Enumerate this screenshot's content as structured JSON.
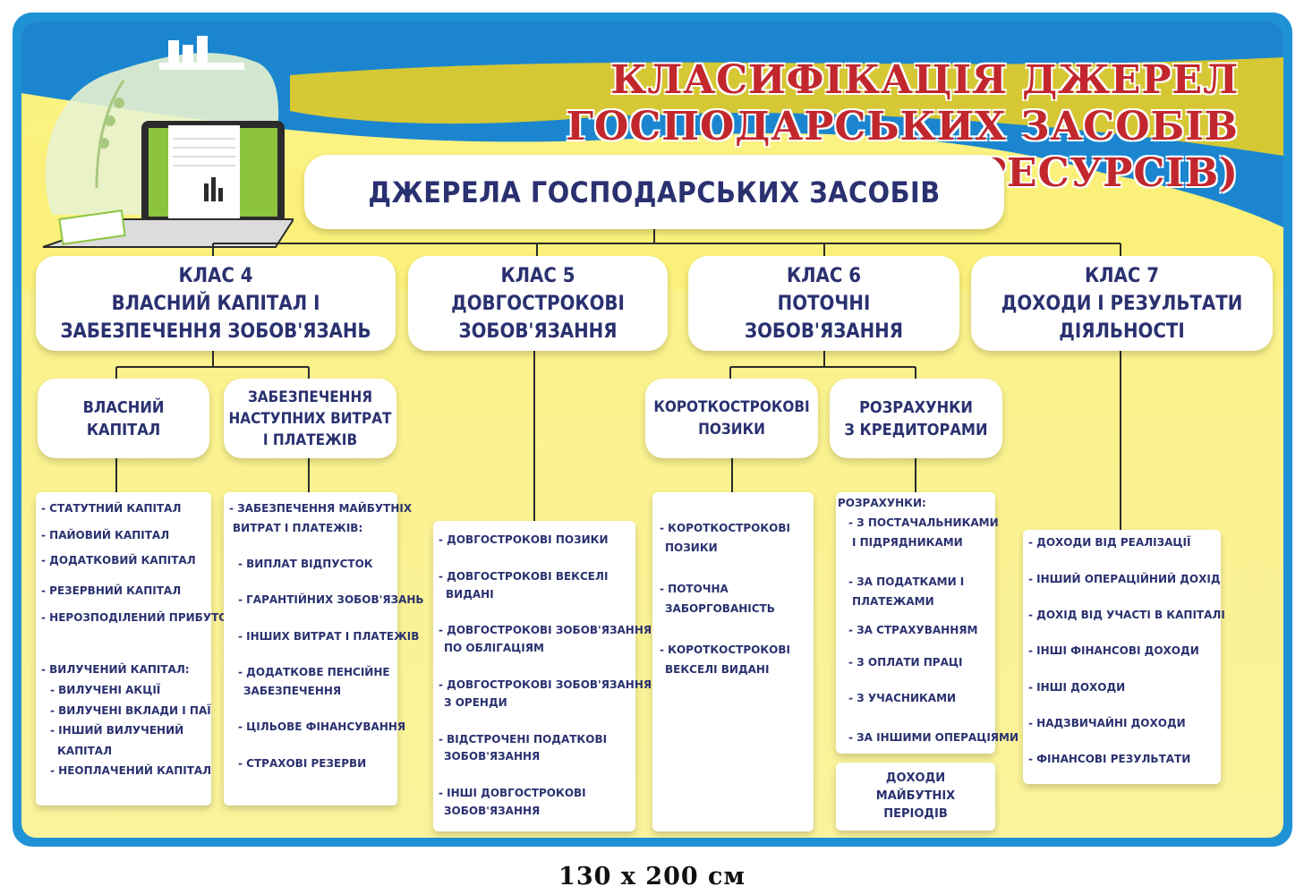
{
  "title": {
    "line1": "КЛАСИФІКАЦІЯ ДЖЕРЕЛ",
    "line2": "ГОСПОДАРСЬКИХ ЗАСОБІВ (РЕСУРСІВ)"
  },
  "root": "ДЖЕРЕЛА ГОСПОДАРСЬКИХ ЗАСОБІВ",
  "classes": [
    {
      "code": "КЛАС 4",
      "line1": "ВЛАСНИЙ КАПІТАЛ І",
      "line2": "ЗАБЕЗПЕЧЕННЯ ЗОБОВ'ЯЗАНЬ"
    },
    {
      "code": "КЛАС 5",
      "line1": "ДОВГОСТРОКОВІ",
      "line2": "ЗОБОВ'ЯЗАННЯ"
    },
    {
      "code": "КЛАС 6",
      "line1": "ПОТОЧНІ",
      "line2": "ЗОБОВ'ЯЗАННЯ"
    },
    {
      "code": "КЛАС 7",
      "line1": "ДОХОДИ І РЕЗУЛЬТАТИ",
      "line2": "ДІЯЛЬНОСТІ"
    }
  ],
  "subs": [
    {
      "line1": "ВЛАСНИЙ",
      "line2": "КАПІТАЛ"
    },
    {
      "line1": "ЗАБЕЗПЕЧЕННЯ",
      "line2": "НАСТУПНИХ ВИТРАТ",
      "line3": "І ПЛАТЕЖІВ"
    },
    {
      "line1": "КОРОТКОСТРОКОВІ",
      "line2": "ПОЗИКИ"
    },
    {
      "line1": "РОЗРАХУНКИ",
      "line2": "З КРЕДИТОРАМИ"
    }
  ],
  "lists": {
    "own_capital": [
      "- СТАТУТНИЙ КАПІТАЛ",
      "- ПАЙОВИЙ КАПІТАЛ",
      "- ДОДАТКОВИЙ КАПІТАЛ",
      "- РЕЗЕРВНИЙ КАПІТАЛ",
      "- НЕРОЗПОДІЛЕНИЙ ПРИБУТОК",
      "- ВИЛУЧЕНИЙ КАПІТАЛ:",
      "- ВИЛУЧЕНІ АКЦІЇ",
      "- ВИЛУЧЕНІ ВКЛАДИ І ПАЇ",
      "- ІНШИЙ ВИЛУЧЕНИЙ",
      "КАПІТАЛ",
      "- НЕОПЛАЧЕНИЙ КАПІТАЛ"
    ],
    "provisions": [
      "- ЗАБЕЗПЕЧЕННЯ МАЙБУТНІХ",
      "ВИТРАТ І ПЛАТЕЖІВ:",
      "- ВИПЛАТ ВІДПУСТОК",
      "- ГАРАНТІЙНИХ ЗОБОВ'ЯЗАНЬ",
      "- ІНШИХ ВИТРАТ І ПЛАТЕЖІВ",
      "- ДОДАТКОВЕ ПЕНСІЙНЕ",
      "ЗАБЕЗПЕЧЕННЯ",
      "- ЦІЛЬОВЕ ФІНАНСУВАННЯ",
      "- СТРАХОВІ РЕЗЕРВИ"
    ],
    "long_term": [
      "- ДОВГОСТРОКОВІ ПОЗИКИ",
      "- ДОВГОСТРОКОВІ ВЕКСЕЛІ",
      "ВИДАНІ",
      "- ДОВГОСТРОКОВІ ЗОБОВ'ЯЗАННЯ",
      "ПО ОБЛІГАЦІЯМ",
      "- ДОВГОСТРОКОВІ ЗОБОВ'ЯЗАННЯ",
      "З ОРЕНДИ",
      "- ВІДСТРОЧЕНІ ПОДАТКОВІ",
      "ЗОБОВ'ЯЗАННЯ",
      "- ІНШІ ДОВГОСТРОКОВІ",
      "ЗОБОВ'ЯЗАННЯ"
    ],
    "short_loans": [
      "- КОРОТКОСТРОКОВІ",
      "ПОЗИКИ",
      "- ПОТОЧНА",
      "ЗАБОРГОВАНІСТЬ",
      "- КОРОТКОСТРОКОВІ",
      "ВЕКСЕЛІ ВИДАНІ"
    ],
    "creditors": [
      "РОЗРАХУНКИ:",
      "- З ПОСТАЧАЛЬНИКАМИ",
      "І ПІДРЯДНИКАМИ",
      "- ЗА ПОДАТКАМИ І",
      "ПЛАТЕЖАМИ",
      "- ЗА СТРАХУВАННЯМ",
      "- З ОПЛАТИ ПРАЦІ",
      "- З УЧАСНИКАМИ",
      "- ЗА ІНШИМИ ОПЕРАЦІЯМИ"
    ],
    "income": [
      "- ДОХОДИ ВІД РЕАЛІЗАЦІЇ",
      "- ІНШИЙ ОПЕРАЦІЙНИЙ ДОХІД",
      "- ДОХІД ВІД УЧАСТІ В КАПІТАЛІ",
      "- ІНШІ ФІНАНСОВІ ДОХОДИ",
      "- ІНШІ ДОХОДИ",
      "- НАДЗВИЧАЙНІ ДОХОДИ",
      "- ФІНАНСОВІ РЕЗУЛЬТАТИ"
    ]
  },
  "future_income": {
    "line1": "ДОХОДИ",
    "line2": "МАЙБУТНІХ",
    "line3": "ПЕРІОДІВ"
  },
  "size_label": "130 х 200 см",
  "colors": {
    "frame": "#1f92d6",
    "title": "#c1272d",
    "text": "#2a3170",
    "yellow": "#fbf17a"
  }
}
